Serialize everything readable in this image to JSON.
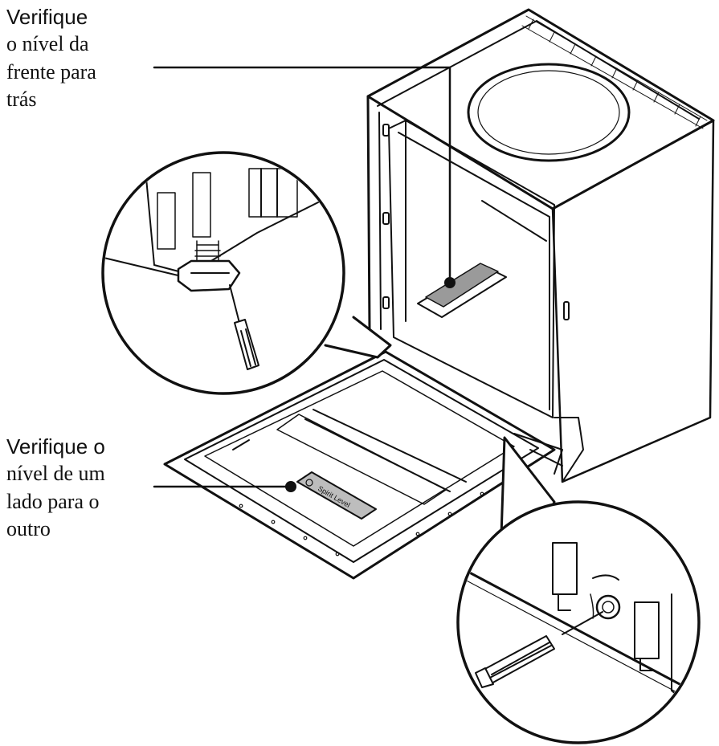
{
  "labels": {
    "front_to_back": {
      "line1": "Verifique",
      "line2": "o nível da",
      "line3": "frente para",
      "line4": "trás"
    },
    "side_to_side": {
      "line1": "Verifique o",
      "line2": "nível de um",
      "line3": "lado para o",
      "line4": "outro"
    }
  },
  "spirit_level_text": "Spirit Level",
  "colors": {
    "line": "#111111",
    "background": "#ffffff",
    "level_fill": "#9a9a9a"
  }
}
